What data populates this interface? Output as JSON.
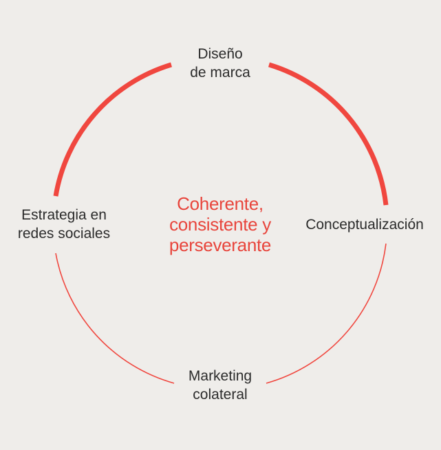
{
  "colors": {
    "background": "#efedea",
    "accent": "#f0473f",
    "text": "#2b2b2b"
  },
  "center": {
    "lines": [
      "Coherente,",
      "consistente y",
      "perseverante"
    ]
  },
  "nodes": {
    "top": {
      "lines": [
        "Diseño",
        "de marca"
      ]
    },
    "right": {
      "lines": [
        "Conceptualización"
      ]
    },
    "bottom": {
      "lines": [
        "Marketing",
        "colateral"
      ]
    },
    "left": {
      "lines": [
        "Estrategia en",
        "redes sociales"
      ]
    }
  }
}
